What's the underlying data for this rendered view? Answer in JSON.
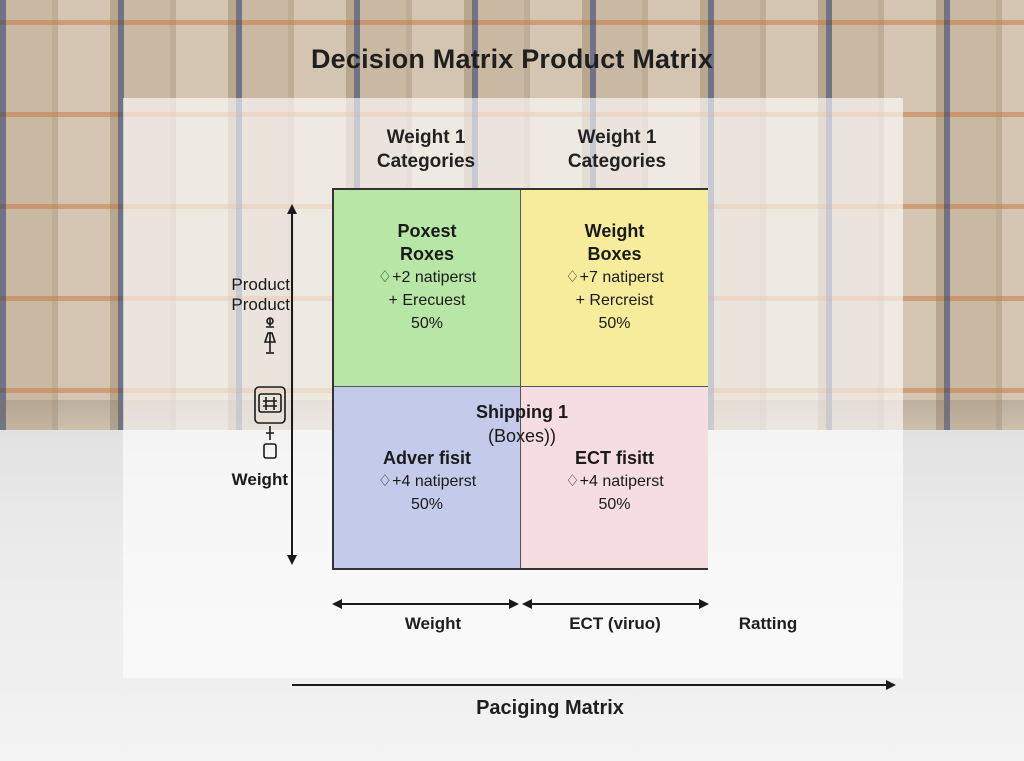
{
  "title": "Decision Matrix Product  Matrix",
  "column_headers": [
    {
      "line1": "Weight 1",
      "line2": "Categories"
    },
    {
      "line1": "Weight 1",
      "line2": "Categories"
    }
  ],
  "row_labels": {
    "top_line1": "Product",
    "top_line2": "Product",
    "bottom": "Weight"
  },
  "cells": {
    "top_left": {
      "title1": "Poxest",
      "title2": "Roxes",
      "line1": "♢+2 natiperst",
      "line2": "+ Erecuest",
      "value": "50%",
      "color": "#b8e6a6"
    },
    "top_right": {
      "title1": "Weight",
      "title2": "Boxes",
      "line1": "♢+7 natiperst",
      "line2": "+ Rercreist",
      "value": "50%",
      "color": "#f6ec9c"
    },
    "bottom_left": {
      "title1": "Adver fisit",
      "line1": "♢+4 natiperst",
      "value": "50%",
      "color": "#c4cbea"
    },
    "bottom_right": {
      "title1": "ECT fisitt",
      "line1": "♢+4 natiperst",
      "value": "50%",
      "color": "#f6dde2"
    }
  },
  "center_label": {
    "line1": "Shipping 1",
    "line2": "(Boxes))"
  },
  "x_axis_labels": {
    "left": "Weight",
    "middle": "ECT (viruo)",
    "right": "Ratting"
  },
  "footer": "Paciging Matrix",
  "icons": [
    "balance-icon",
    "scale-icon"
  ]
}
